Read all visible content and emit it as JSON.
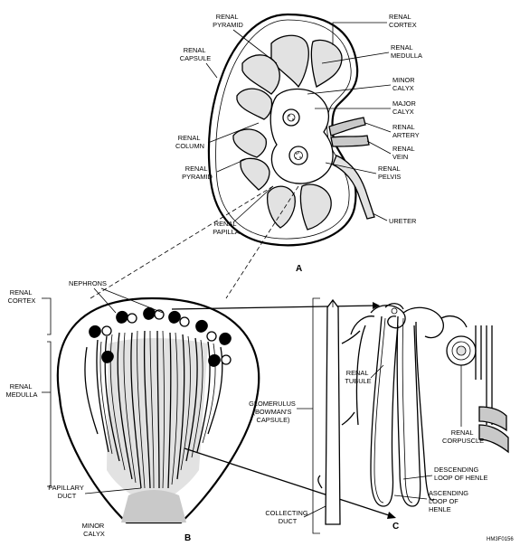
{
  "figure_code": "HM3F0156",
  "panel_a": {
    "letter": "A",
    "labels": {
      "renal_pyramid_top": [
        "RENAL",
        "PYRAMID"
      ],
      "renal_capsule": [
        "RENAL",
        "CAPSULE"
      ],
      "renal_column": [
        "RENAL",
        "COLUMN"
      ],
      "renal_pyramid_left": [
        "RENAL",
        "PYRAMID"
      ],
      "renal_papilla": [
        "RENAL",
        "PAPILLA"
      ],
      "renal_cortex": [
        "RENAL",
        "CORTEX"
      ],
      "renal_medulla": [
        "RENAL",
        "MEDULLA"
      ],
      "minor_calyx": [
        "MINOR",
        "CALYX"
      ],
      "major_calyx": [
        "MAJOR",
        "CALYX"
      ],
      "renal_artery": [
        "RENAL",
        "ARTERY"
      ],
      "renal_vein": [
        "RENAL",
        "VEIN"
      ],
      "renal_pelvis": [
        "RENAL",
        "PELVIS"
      ],
      "ureter": [
        "URETER"
      ]
    }
  },
  "panel_b": {
    "letter": "B",
    "labels": {
      "nephrons": [
        "NEPHRONS"
      ],
      "renal_cortex": [
        "RENAL",
        "CORTEX"
      ],
      "renal_medulla": [
        "RENAL",
        "MEDULLA"
      ],
      "papillary_duct": [
        "PAPILLARY",
        "DUCT"
      ],
      "minor_calyx": [
        "MINOR",
        "CALYX"
      ]
    }
  },
  "panel_c": {
    "letter": "C",
    "labels": {
      "glomerulus": [
        "GLOMERULUS",
        "(BOWMAN'S",
        "CAPSULE)"
      ],
      "renal_tubule": [
        "RENAL",
        "TUBULE"
      ],
      "renal_corpuscle": [
        "RENAL",
        "CORPUSCLE"
      ],
      "descending_loop": [
        "DESCENDING",
        "LOOP OF HENLE"
      ],
      "ascending_loop": [
        "ASCENDING",
        "LOOP OF",
        "HENLE"
      ],
      "collecting_duct": [
        "COLLECTING",
        "DUCT"
      ]
    }
  }
}
